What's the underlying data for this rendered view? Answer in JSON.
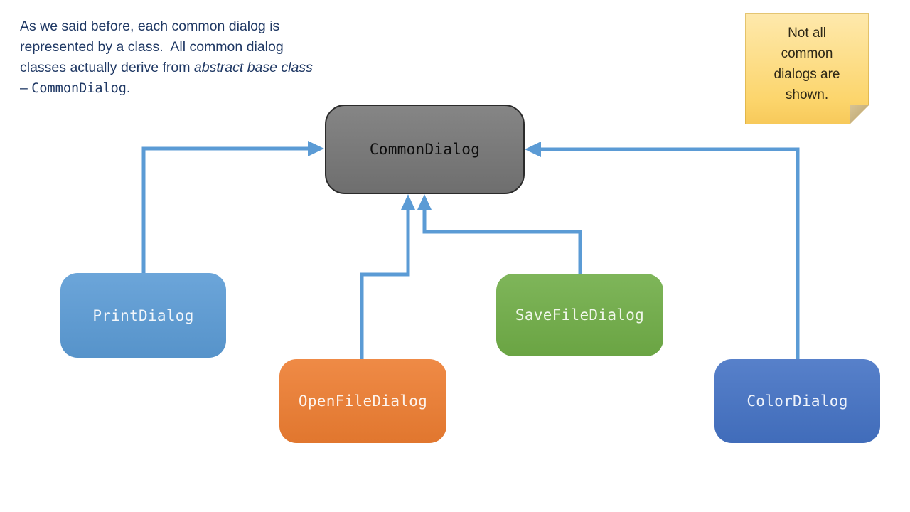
{
  "intro": {
    "lead": "As we said before, each common dialog is represented by a class.  All common dialog classes actually derive from ",
    "emphasis": "abstract base class",
    "dash": " – ",
    "code": "CommonDialog",
    "period": ".",
    "text_color": "#1F3864"
  },
  "sticky_note": {
    "text": "Not all common dialogs are shown.",
    "bg_top": "#FEE9AD",
    "bg_bottom": "#FCD56C",
    "fold_color": "#C3AC7C",
    "text_color": "#2E2817"
  },
  "diagram": {
    "connector_color": "#5B9BD5",
    "base": {
      "label": "CommonDialog",
      "fill": "#7B7B7B",
      "border": "#2B2B2B"
    },
    "children": [
      {
        "label": "PrintDialog",
        "fill": "#5B9BD5"
      },
      {
        "label": "OpenFileDialog",
        "fill": "#ED7D31"
      },
      {
        "label": "SaveFileDialog",
        "fill": "#70AD47"
      },
      {
        "label": "ColorDialog",
        "fill": "#4472C4"
      }
    ]
  }
}
